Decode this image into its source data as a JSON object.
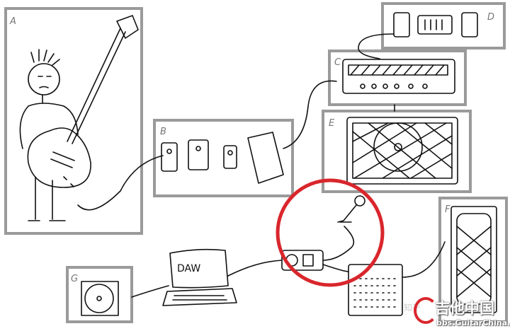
{
  "labels": {
    "guitarist": "A",
    "pedals": "B",
    "amp_head": "C",
    "rack": "D",
    "cabinet": "E",
    "monitor_speaker": "F",
    "cd": "G"
  },
  "daw_screen_text": "DAW",
  "highlight_color": "#d9262c",
  "box_color": "#9a9a9a",
  "watermark": {
    "title": "吉他中国",
    "url": "bbs.GuitarChina.com",
    "faint": "知乎"
  }
}
